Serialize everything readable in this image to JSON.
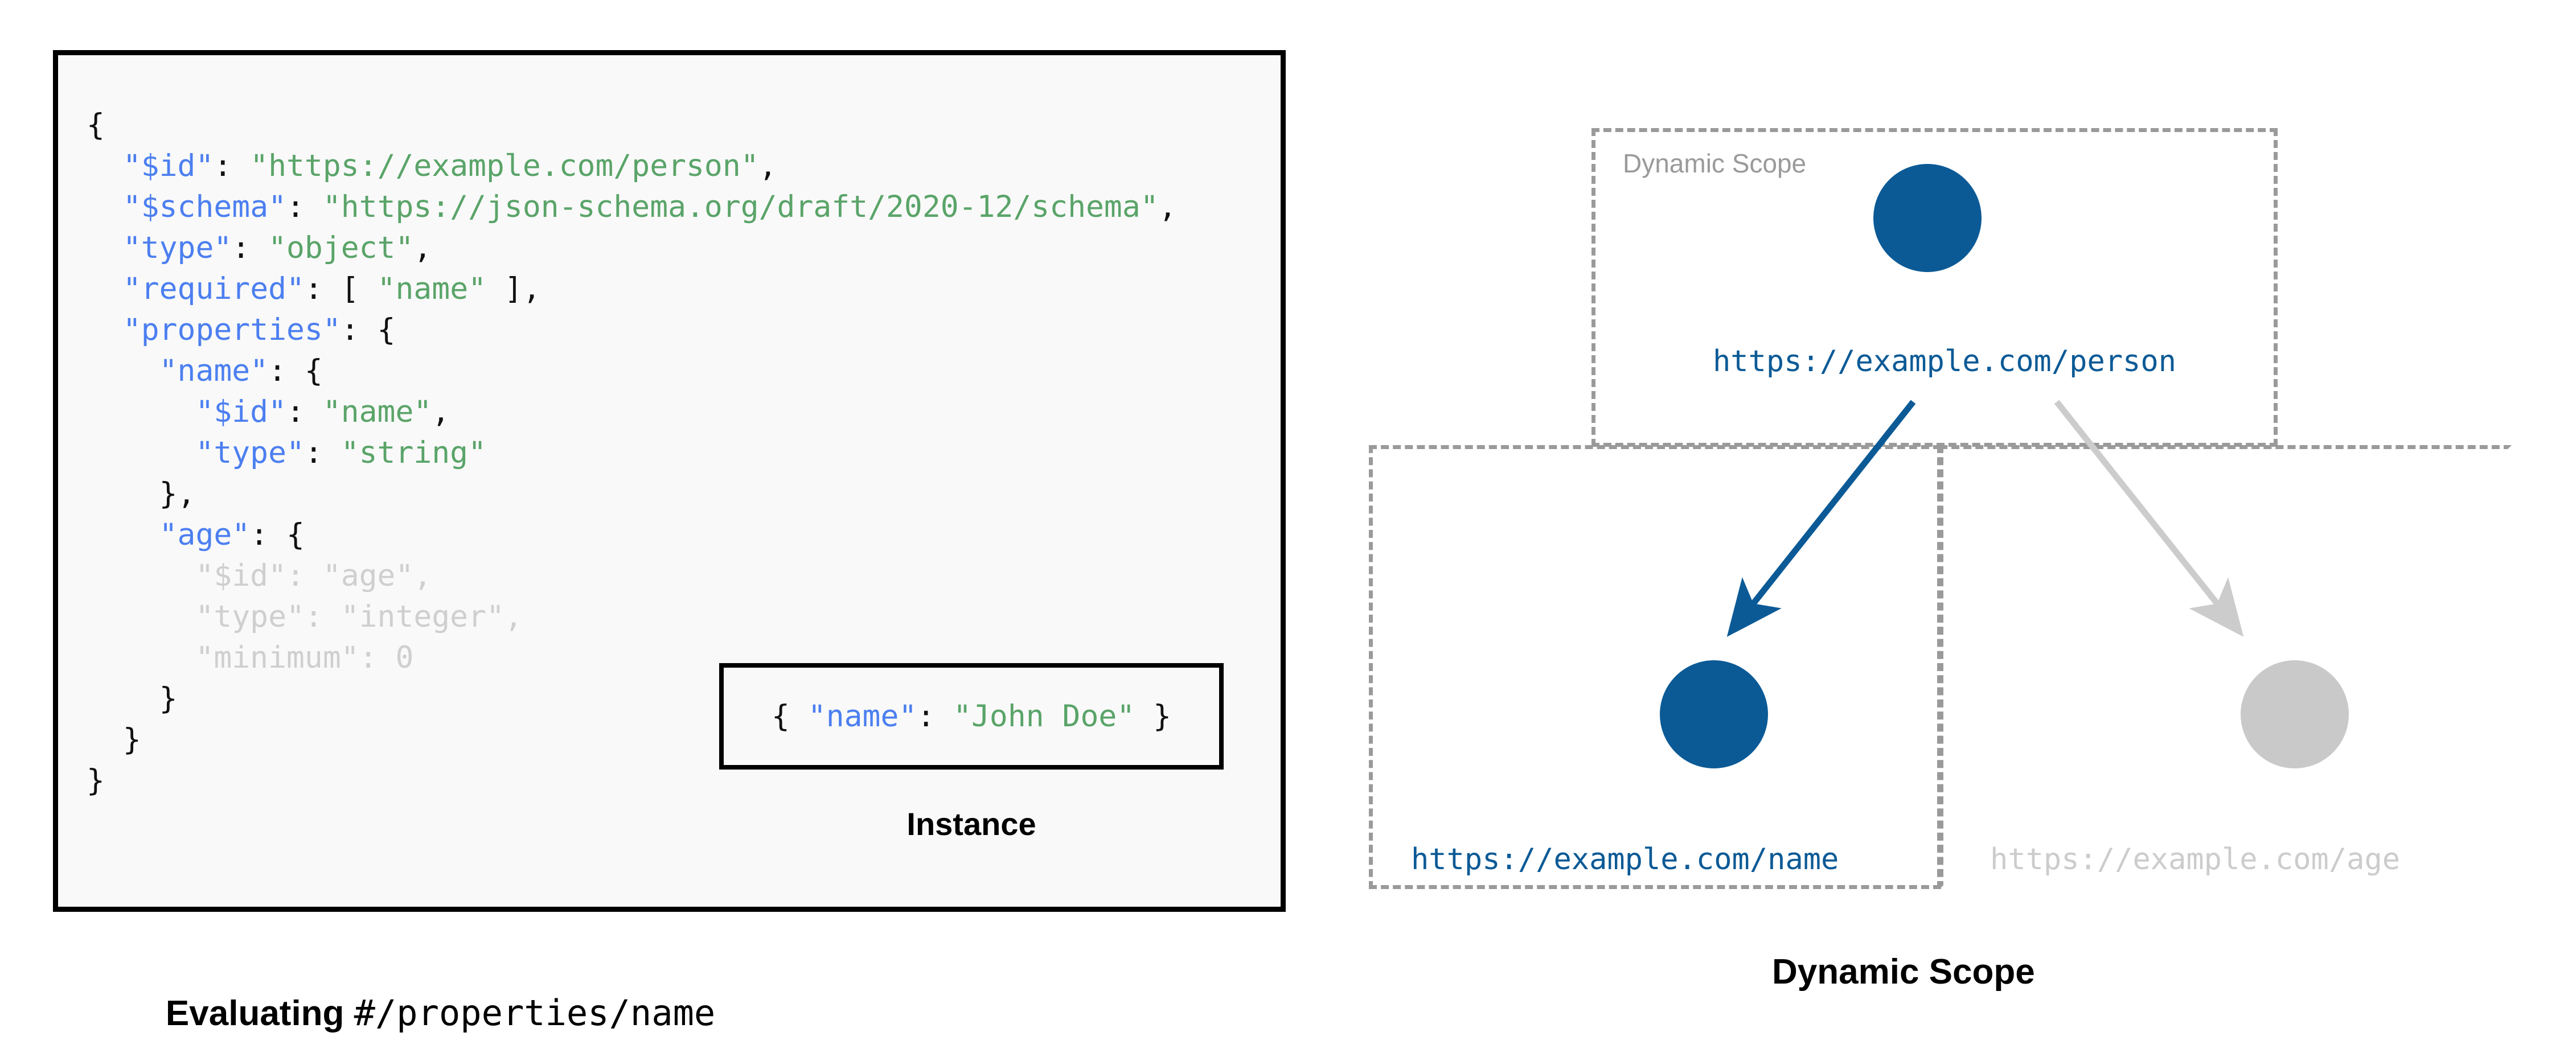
{
  "schema_panel": {
    "lines": [
      [
        {
          "t": "{",
          "c": "punct"
        }
      ],
      [
        {
          "t": "  ",
          "c": "punct"
        },
        {
          "t": "\"$id\"",
          "c": "key"
        },
        {
          "t": ": ",
          "c": "punct"
        },
        {
          "t": "\"https://example.com/person\"",
          "c": "str"
        },
        {
          "t": ",",
          "c": "punct"
        }
      ],
      [
        {
          "t": "  ",
          "c": "punct"
        },
        {
          "t": "\"$schema\"",
          "c": "key"
        },
        {
          "t": ": ",
          "c": "punct"
        },
        {
          "t": "\"https://json-schema.org/draft/2020-12/schema\"",
          "c": "str"
        },
        {
          "t": ",",
          "c": "punct"
        }
      ],
      [
        {
          "t": "  ",
          "c": "punct"
        },
        {
          "t": "\"type\"",
          "c": "key"
        },
        {
          "t": ": ",
          "c": "punct"
        },
        {
          "t": "\"object\"",
          "c": "str"
        },
        {
          "t": ",",
          "c": "punct"
        }
      ],
      [
        {
          "t": "  ",
          "c": "punct"
        },
        {
          "t": "\"required\"",
          "c": "key"
        },
        {
          "t": ": [ ",
          "c": "punct"
        },
        {
          "t": "\"name\"",
          "c": "str"
        },
        {
          "t": " ],",
          "c": "punct"
        }
      ],
      [
        {
          "t": "  ",
          "c": "punct"
        },
        {
          "t": "\"properties\"",
          "c": "key"
        },
        {
          "t": ": {",
          "c": "punct"
        }
      ],
      [
        {
          "t": "    ",
          "c": "punct"
        },
        {
          "t": "\"name\"",
          "c": "key"
        },
        {
          "t": ": {",
          "c": "punct"
        }
      ],
      [
        {
          "t": "      ",
          "c": "punct"
        },
        {
          "t": "\"$id\"",
          "c": "key"
        },
        {
          "t": ": ",
          "c": "punct"
        },
        {
          "t": "\"name\"",
          "c": "str"
        },
        {
          "t": ",",
          "c": "punct"
        }
      ],
      [
        {
          "t": "      ",
          "c": "punct"
        },
        {
          "t": "\"type\"",
          "c": "key"
        },
        {
          "t": ": ",
          "c": "punct"
        },
        {
          "t": "\"string\"",
          "c": "str"
        }
      ],
      [
        {
          "t": "    },",
          "c": "punct"
        }
      ],
      [
        {
          "t": "    ",
          "c": "punct"
        },
        {
          "t": "\"age\"",
          "c": "key"
        },
        {
          "t": ": {",
          "c": "punct"
        }
      ],
      [
        {
          "t": "      ",
          "c": "punct"
        },
        {
          "t": "\"$id\"",
          "c": "dim"
        },
        {
          "t": ": ",
          "c": "dim"
        },
        {
          "t": "\"age\"",
          "c": "dim"
        },
        {
          "t": ",",
          "c": "dim"
        }
      ],
      [
        {
          "t": "      ",
          "c": "punct"
        },
        {
          "t": "\"type\"",
          "c": "dim"
        },
        {
          "t": ": ",
          "c": "dim"
        },
        {
          "t": "\"integer\"",
          "c": "dim"
        },
        {
          "t": ",",
          "c": "dim"
        }
      ],
      [
        {
          "t": "      ",
          "c": "punct"
        },
        {
          "t": "\"minimum\"",
          "c": "dim"
        },
        {
          "t": ": ",
          "c": "dim"
        },
        {
          "t": "0",
          "c": "dim"
        }
      ],
      [
        {
          "t": "    }",
          "c": "punct"
        }
      ],
      [
        {
          "t": "  }",
          "c": "punct"
        }
      ],
      [
        {
          "t": "}",
          "c": "punct"
        }
      ]
    ]
  },
  "instance": {
    "segments": [
      {
        "t": "{ ",
        "c": "punct"
      },
      {
        "t": "\"name\"",
        "c": "key"
      },
      {
        "t": ": ",
        "c": "punct"
      },
      {
        "t": "\"John Doe\"",
        "c": "str"
      },
      {
        "t": " }",
        "c": "punct"
      }
    ],
    "label": "Instance"
  },
  "captions": {
    "left_bold": "Evaluating ",
    "left_mono": "#/properties/name",
    "right": "Dynamic Scope"
  },
  "scope_diagram": {
    "scope_title": "Dynamic Scope",
    "nodes": [
      {
        "id": "person",
        "label": "https://example.com/person",
        "state": "active",
        "color": "#0b5a96"
      },
      {
        "id": "name",
        "label": "https://example.com/name",
        "state": "active",
        "color": "#0b5a96"
      },
      {
        "id": "age",
        "label": "https://example.com/age",
        "state": "inactive",
        "color": "#c9c9c9"
      }
    ],
    "edges": [
      {
        "from": "person",
        "to": "name",
        "state": "active",
        "color": "#0b5a96"
      },
      {
        "from": "person",
        "to": "age",
        "state": "inactive",
        "color": "#cccccc"
      }
    ]
  },
  "colors": {
    "accent_blue": "#0b5a96",
    "key_blue": "#4c7ff0",
    "string_green": "#5aa469",
    "dimmed_grey": "#cfcfcf",
    "dash_grey": "#9a9a9a",
    "panel_bg": "#f9f9f9",
    "panel_border": "#000000"
  }
}
